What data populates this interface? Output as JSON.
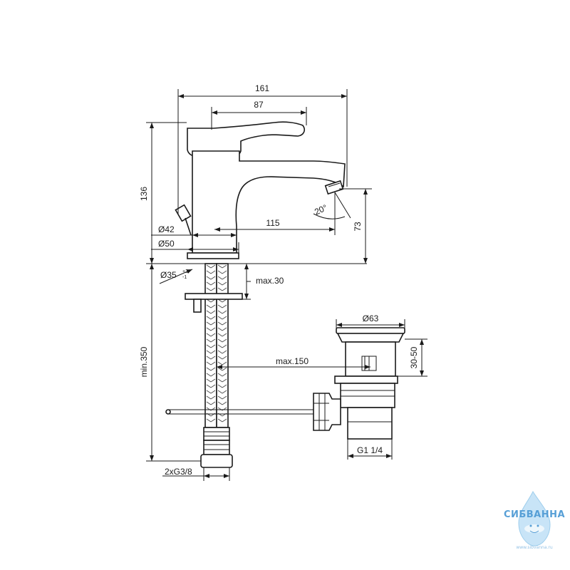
{
  "dimensions": {
    "overall_length": "161",
    "handle_length": "87",
    "height": "136",
    "spout_reach": "115",
    "spout_height": "73",
    "spout_angle": "20°",
    "base_diameter_inner": "Ø42",
    "base_diameter_outer": "Ø50",
    "hole_diameter": "Ø35",
    "hole_tol_plus": "+2",
    "hole_tol_minus": "-1",
    "counter_thickness": "max.30",
    "hose_length": "min.350",
    "hose_connection": "2xG3/8",
    "waste_diameter": "Ø63",
    "waste_offset": "max.150",
    "waste_height": "30-50",
    "waste_thread": "G1 1/4"
  },
  "watermark": {
    "brand": "СИБВАННА",
    "url": "www.sibvanna.ru"
  }
}
